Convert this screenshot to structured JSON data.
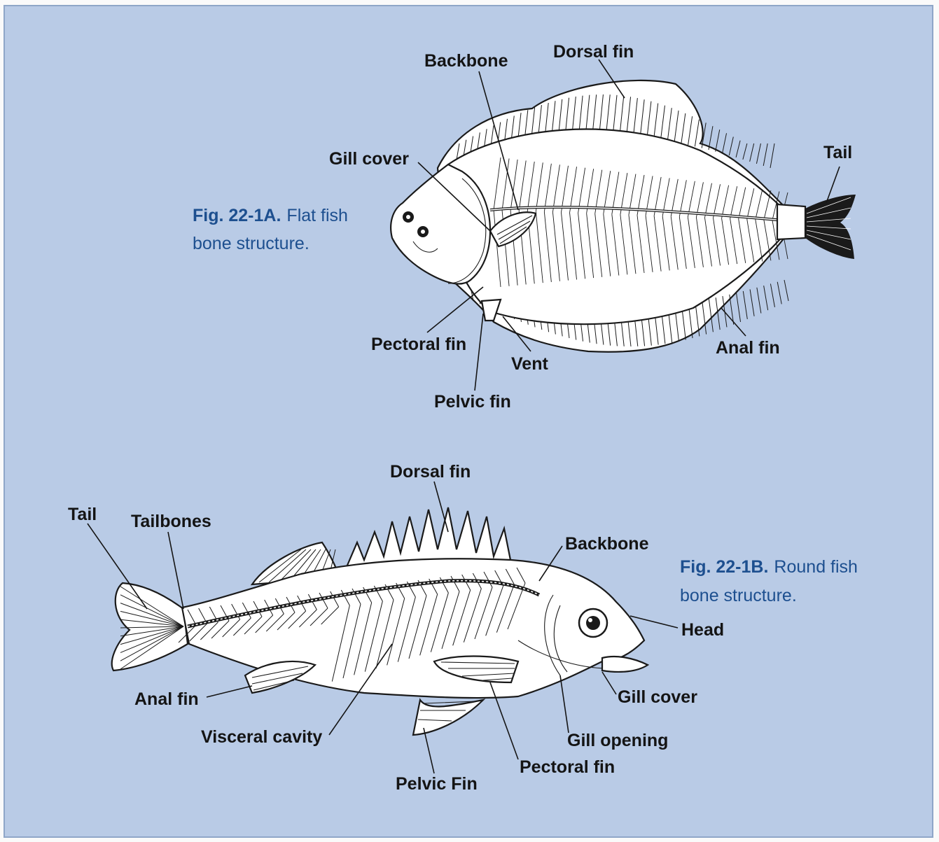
{
  "background_color": "#b9cbe6",
  "caption_color": "#1d4f8f",
  "flat_fish": {
    "caption_bold": "Fig. 22-1A.",
    "caption_rest": "Flat fish",
    "caption_line2": "bone structure.",
    "labels": {
      "backbone": "Backbone",
      "dorsal_fin": "Dorsal fin",
      "gill_cover": "Gill cover",
      "tail": "Tail",
      "pectoral_fin": "Pectoral fin",
      "vent": "Vent",
      "pelvic_fin": "Pelvic fin",
      "anal_fin": "Anal fin"
    }
  },
  "round_fish": {
    "caption_bold": "Fig. 22-1B.",
    "caption_rest": "Round fish",
    "caption_line2": "bone structure.",
    "labels": {
      "dorsal_fin": "Dorsal fin",
      "tail": "Tail",
      "tailbones": "Tailbones",
      "backbone": "Backbone",
      "head": "Head",
      "anal_fin": "Anal fin",
      "gill_cover": "Gill cover",
      "visceral_cavity": "Visceral cavity",
      "gill_opening": "Gill opening",
      "pectoral_fin": "Pectoral fin",
      "pelvic_fin": "Pelvic Fin"
    }
  }
}
